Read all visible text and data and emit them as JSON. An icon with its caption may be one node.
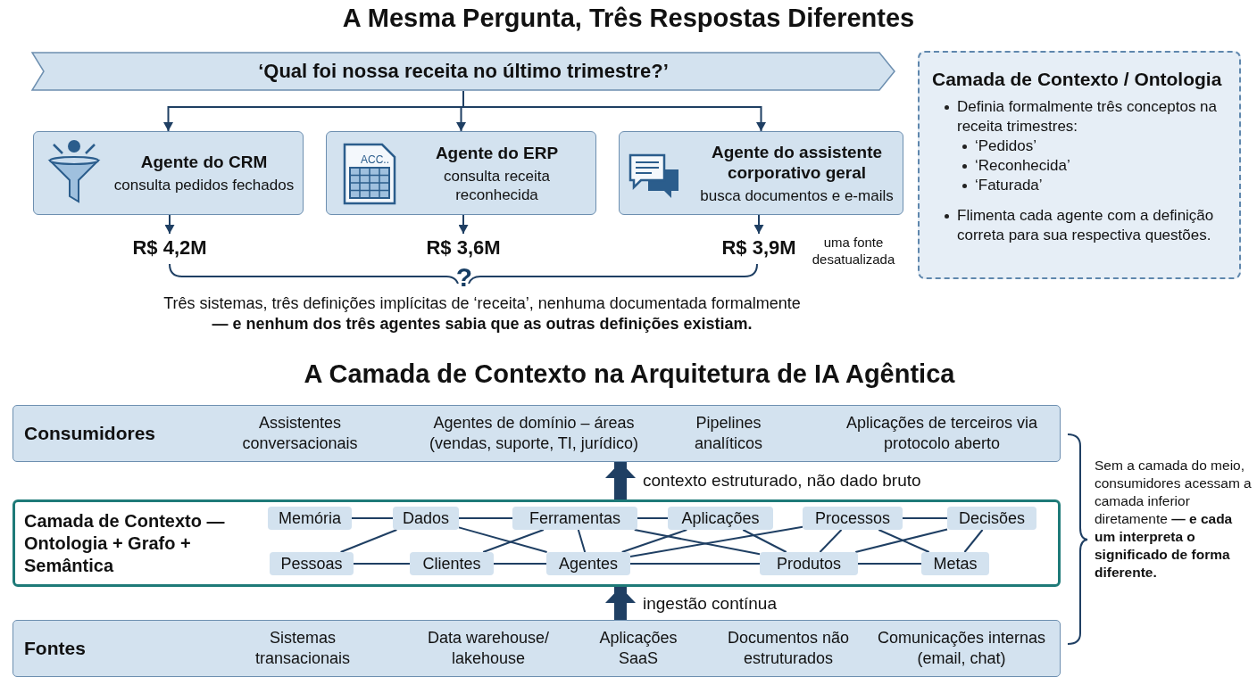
{
  "diagram": {
    "title": "A Mesma Pergunta, Três Respostas Diferentes",
    "nodes": [
      {
        "text": [
          "‘Qual foi nossa receita no último trimestre?’"
        ]
      },
      {
        "text": [
          "Agente do CRM",
          "consulta pedidos fechados"
        ]
      },
      {
        "text": [
          "Agente do ERP",
          "consulta receita reconhecida"
        ]
      },
      {
        "text": [
          "Agente do assistente corporativo geral",
          "busca documentos e e-mails"
        ]
      },
      {
        "text": [
          "R$ 4,2M"
        ]
      },
      {
        "text": [
          "R$ 3,6M"
        ]
      },
      {
        "text": [
          "R$ 3,9M"
        ],
        "beside": [
          "uma fonte desatualizada"
        ]
      },
      {
        "text": [
          "Camada de Contexto / Ontologia",
          "Definia formalmente três conceptos na receita trimestres:",
          "‘Pedidos’",
          "‘Reconhecida’",
          "‘Faturada’",
          "Flimenta cada agente com a definição correta para sua respectiva questões."
        ]
      },
      {
        "text": [
          "Consumidores",
          "Assistentes conversacionais",
          "Agentes de domínio – áreas (vendas, suporte, TI, jurídico)",
          "Pipelines analíticos",
          "Aplicações de terceiros via protocolo aberto"
        ]
      },
      {
        "text": [
          "Camada de Contexto — Ontologia + Grafo + Semântica"
        ]
      },
      {
        "text": [
          "Memória"
        ],
        "in": 9
      },
      {
        "text": [
          "Dados"
        ],
        "in": 9
      },
      {
        "text": [
          "Ferramentas"
        ],
        "in": 9
      },
      {
        "text": [
          "Aplicações"
        ],
        "in": 9
      },
      {
        "text": [
          "Processos"
        ],
        "in": 9
      },
      {
        "text": [
          "Decisões"
        ],
        "in": 9
      },
      {
        "text": [
          "Pessoas"
        ],
        "in": 9
      },
      {
        "text": [
          "Clientes"
        ],
        "in": 9
      },
      {
        "text": [
          "Agentes"
        ],
        "in": 9
      },
      {
        "text": [
          "Produtos"
        ],
        "in": 9
      },
      {
        "text": [
          "Metas"
        ],
        "in": 9
      },
      {
        "text": [
          "Fontes",
          "Sistemas transacionais",
          "Data warehouse/ lakehouse",
          "Aplicações SaaS",
          "Documentos não estruturados",
          "Comunicações internas (email, chat)"
        ]
      }
    ],
    "edges": [
      {
        "from": 0,
        "to": 1,
        "arrow": "to"
      },
      {
        "from": 0,
        "to": 2,
        "arrow": "to"
      },
      {
        "from": 0,
        "to": 3,
        "arrow": "to"
      },
      {
        "from": 1,
        "to": 4,
        "arrow": "to"
      },
      {
        "from": 2,
        "to": 5,
        "arrow": "to"
      },
      {
        "from": 3,
        "to": 6,
        "arrow": "to"
      },
      {
        "from": 21,
        "to": 9,
        "arrow": "to",
        "label": "ingestão contínua",
        "style": "thick"
      },
      {
        "from": 9,
        "to": 8,
        "arrow": "to",
        "label": "contexto estruturado, não dado bruto",
        "style": "thick"
      },
      {
        "from": 10,
        "to": 11,
        "arrow": "none"
      },
      {
        "from": 11,
        "to": 12,
        "arrow": "none"
      },
      {
        "from": 12,
        "to": 13,
        "arrow": "none"
      },
      {
        "from": 14,
        "to": 15,
        "arrow": "none"
      },
      {
        "from": 16,
        "to": 17,
        "arrow": "none"
      },
      {
        "from": 17,
        "to": 18,
        "arrow": "none"
      },
      {
        "from": 18,
        "to": 19,
        "arrow": "none"
      },
      {
        "from": 19,
        "to": 20,
        "arrow": "none"
      },
      {
        "from": 11,
        "to": 16,
        "arrow": "none"
      },
      {
        "from": 11,
        "to": 18,
        "arrow": "none"
      },
      {
        "from": 12,
        "to": 17,
        "arrow": "none"
      },
      {
        "from": 12,
        "to": 18,
        "arrow": "none"
      },
      {
        "from": 12,
        "to": 19,
        "arrow": "none"
      },
      {
        "from": 13,
        "to": 18,
        "arrow": "none"
      },
      {
        "from": 13,
        "to": 19,
        "arrow": "none"
      },
      {
        "from": 14,
        "to": 18,
        "arrow": "none"
      },
      {
        "from": 14,
        "to": 19,
        "arrow": "none"
      },
      {
        "from": 14,
        "to": 20,
        "arrow": "none"
      },
      {
        "from": 15,
        "to": 19,
        "arrow": "none"
      },
      {
        "from": 15,
        "to": 20,
        "arrow": "none"
      }
    ],
    "labels": [
      "ACC..",
      "?",
      "Três sistemas, três definições implícitas de ‘receita’, nenhuma documentada formalmente **— e nenhum dos três agentes sabia que as outras definições existiam.**",
      "A Camada de Contexto na Arquitetura de IA Agêntica",
      "Sem a camada do meio, consumidores acessam a camada inferior diretamente **— e cada um interpreta o significado de forma diferente.**"
    ]
  }
}
